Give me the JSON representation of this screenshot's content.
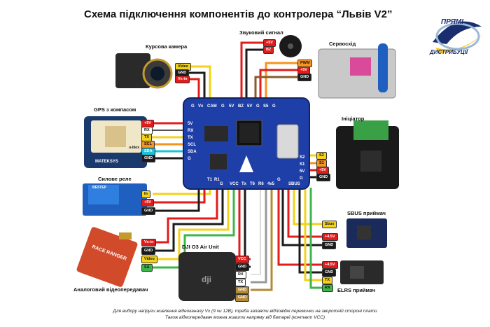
{
  "title": "Схема підключення компонентів до контролера “Львів V2”",
  "logo": {
    "line1": "ПРЯМІ",
    "line2": "ДИСТРИБУЦІЇ"
  },
  "components": {
    "camera": "Курсова камера",
    "buzzer": "Звуковий сигнал",
    "servo": "Сервосхід",
    "gps": "GPS з компасом",
    "initiator": "Ініціатор",
    "relay": "Силове реле",
    "relay_module_text": "BESTEP",
    "sbus": "SBUS приймач",
    "dji": "DJI O3 Air Unit",
    "vtx": "Аналоговий відеопередавач",
    "elrs": "ELRS приймач",
    "gps_brand": "MATEKSYS",
    "gps_chip": "u-blox",
    "vtx_brand": "RACE RANGER"
  },
  "pins": {
    "camera": [
      "Video",
      "GND",
      "Vx-in"
    ],
    "buzzer": [
      "+5V",
      "BZ"
    ],
    "servo": [
      "PWM",
      "+5V",
      "GND"
    ],
    "gps": [
      "+5V",
      "RX",
      "TX",
      "SCL",
      "SDA",
      "GND"
    ],
    "initiator": [
      "S2",
      "S1",
      "+5V",
      "GND"
    ],
    "relay": [
      "In",
      "+5V",
      "GND"
    ],
    "sbus": [
      "Sbus",
      "+4.5V",
      "GND"
    ],
    "dji": [
      "VCC",
      "GND",
      "RX",
      "TX",
      "GND",
      "GND"
    ],
    "vtx": [
      "Vx-in",
      "GND",
      "Video",
      "SA"
    ],
    "elrs": [
      "+4.5V",
      "GND",
      "TX",
      "RX"
    ]
  },
  "board_silk": {
    "top": [
      "G",
      "Vx",
      "CAM",
      "G",
      "5V",
      "BZ",
      "5V",
      "G",
      "S5",
      "G"
    ],
    "right": [
      "S2",
      "S1",
      "5V",
      "G",
      "SBUS"
    ],
    "bottom": [
      "G",
      "VCC",
      "Tx",
      "T6",
      "R6",
      "4v5",
      "G",
      "T1",
      "R1"
    ],
    "left": [
      "5V",
      "RX",
      "TX",
      "SCL",
      "SDA",
      "G"
    ]
  },
  "footer": [
    "Для вибору напруги живлення відеоканалу Vx (9 чи 12В), треба запаяти відповідні перемички на зворотній стороні плати",
    "Також відеопередавач можна живити напряму від батареї (контакт VCC)"
  ]
}
